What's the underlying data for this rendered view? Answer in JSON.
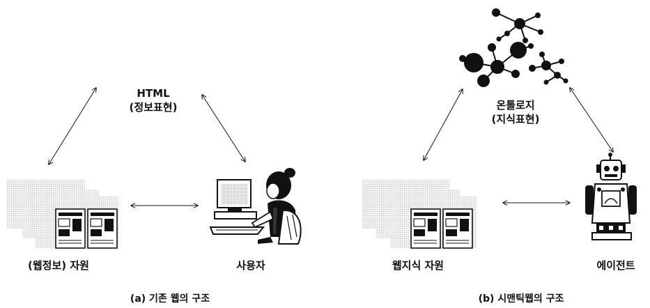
{
  "left_diagram": {
    "html_label": "HTML",
    "html_sublabel": "(정보표현)",
    "web_resource_label": "(웹정보) 자원",
    "user_label": "사용자",
    "caption": "(a) 기존 웹의 구조"
  },
  "right_diagram": {
    "ontology_label": "온톨로지",
    "ontology_sublabel": "(지식표현)",
    "web_knowledge_label": "웹지식 자원",
    "agent_label": "에이전트",
    "caption": "(b) 시맨틱웹의 구조"
  },
  "colors": {
    "ink": "#111111",
    "dots": "#bdbdbd",
    "sheet": "#ffffff"
  },
  "icons": [
    "web-pages-icon",
    "user-at-computer-icon",
    "ontology-network-icon",
    "robot-agent-icon"
  ]
}
